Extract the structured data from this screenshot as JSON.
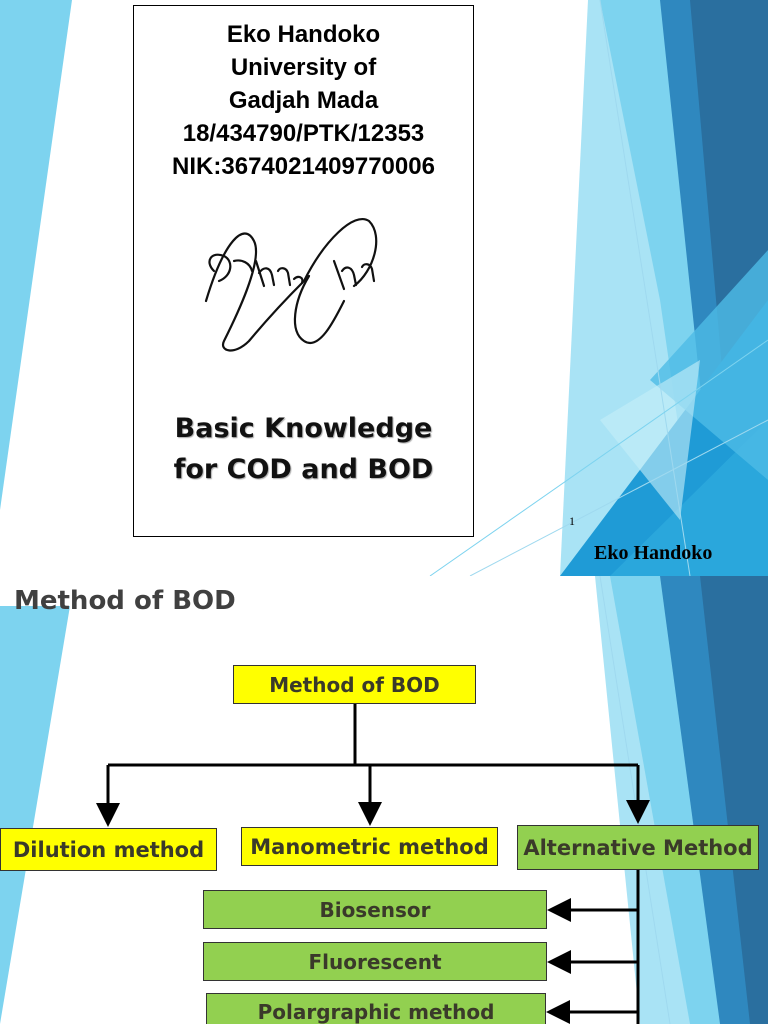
{
  "slide1": {
    "author_lines": [
      "Eko Handoko",
      "University of",
      "Gadjah Mada",
      "18/434790/PTK/12353",
      "NIK:3674021409770006"
    ],
    "subtitle_lines": [
      "Basic Knowledge",
      "for COD and BOD"
    ],
    "slide_number": "1",
    "footer_name": "Eko Handoko"
  },
  "slide2": {
    "title": "Method of BOD",
    "nodes": {
      "root": "Method of BOD",
      "dilution": "Dilution method",
      "manometric": "Manometric method",
      "alternative": "Alternative Method",
      "biosensor": "Biosensor",
      "fluorescent": "Fluorescent",
      "polargraphic": "Polargraphic method"
    }
  },
  "colors": {
    "accent_light": "#7dd3ef",
    "accent_mid": "#2aa7dc",
    "accent_dark": "#1f6d9e",
    "node_yellow": "#ffff00",
    "node_green": "#92d050"
  }
}
